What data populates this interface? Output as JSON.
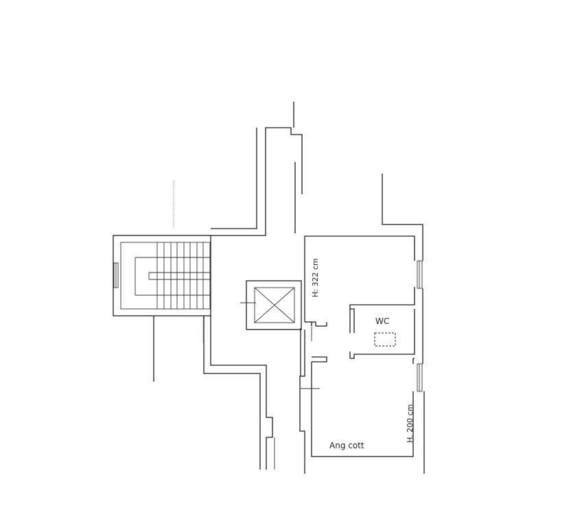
{
  "plan": {
    "rooms": {
      "wc": "WC",
      "ang_cott": "Ang cott"
    },
    "heights": {
      "upper": "H: 322 cm",
      "lower": "H. 200 cm"
    }
  }
}
